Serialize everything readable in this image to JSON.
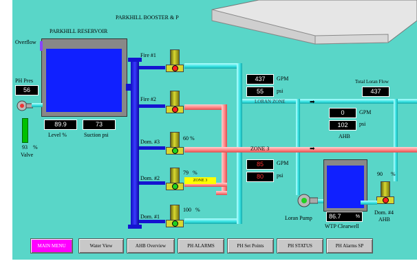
{
  "title": "PARKHILL BOOSTER & P",
  "reservoir": {
    "label": "PARKHILL RESERVOIR",
    "overflow_label": "Overflow"
  },
  "ph_pres": {
    "label": "PH Pres",
    "value": "56"
  },
  "valve": {
    "percent": "93",
    "unit": "%",
    "label": "Valve"
  },
  "level": {
    "value": "89.9",
    "label": "Level  %"
  },
  "suction": {
    "value": "73",
    "label": "Suction psi"
  },
  "pumps": {
    "fire1": {
      "label": "Fire #1"
    },
    "fire2": {
      "label": "Fire #2"
    },
    "dom3": {
      "label": "Dom. #3",
      "percent": "60",
      "unit": "%"
    },
    "dom2": {
      "label": "Dom. #2",
      "percent": "79",
      "unit": "%"
    },
    "dom1": {
      "label": "Dom. #1",
      "percent": "100",
      "unit": "%"
    }
  },
  "loran_zone": {
    "label": "LORAN ZONE",
    "gpm": "437",
    "gpm_unit": "GPM",
    "psi": "55",
    "psi_unit": "psi"
  },
  "total_loran_flow": {
    "label": "Total Loran Flow",
    "value": "437"
  },
  "ahb": {
    "gpm": "0",
    "gpm_unit": "GPM",
    "psi": "102",
    "psi_unit": "psi",
    "label": "AHB"
  },
  "zone3": {
    "label": "ZONE 3",
    "gpm": "85",
    "gpm_unit": "GPM",
    "psi": "80",
    "psi_unit": "psi",
    "tag": "ZONE 3"
  },
  "loran_pump": {
    "label": "Loran Pump"
  },
  "clearwell": {
    "value": "86.7",
    "unit": "%",
    "label": "WTP Clearwell"
  },
  "dom4": {
    "percent": "90",
    "unit": "%",
    "label_line1": "Dom. #4",
    "label_line2": "AHB"
  },
  "nav": [
    {
      "label": "MAIN MENU"
    },
    {
      "label": "Water View"
    },
    {
      "label": "AHB Overview"
    },
    {
      "label": "PH ALARMS"
    },
    {
      "label": "PH Set Points"
    },
    {
      "label": "PH STATUS"
    },
    {
      "label": "PH Alarms SP"
    }
  ],
  "colors": {
    "background": "#59d6c8",
    "water_pipe": "#32e0e0",
    "zone3_pipe": "#ff8080",
    "header": "#1414d0",
    "tank_fill": "#1020ff",
    "active_button": "#ff00ff"
  }
}
